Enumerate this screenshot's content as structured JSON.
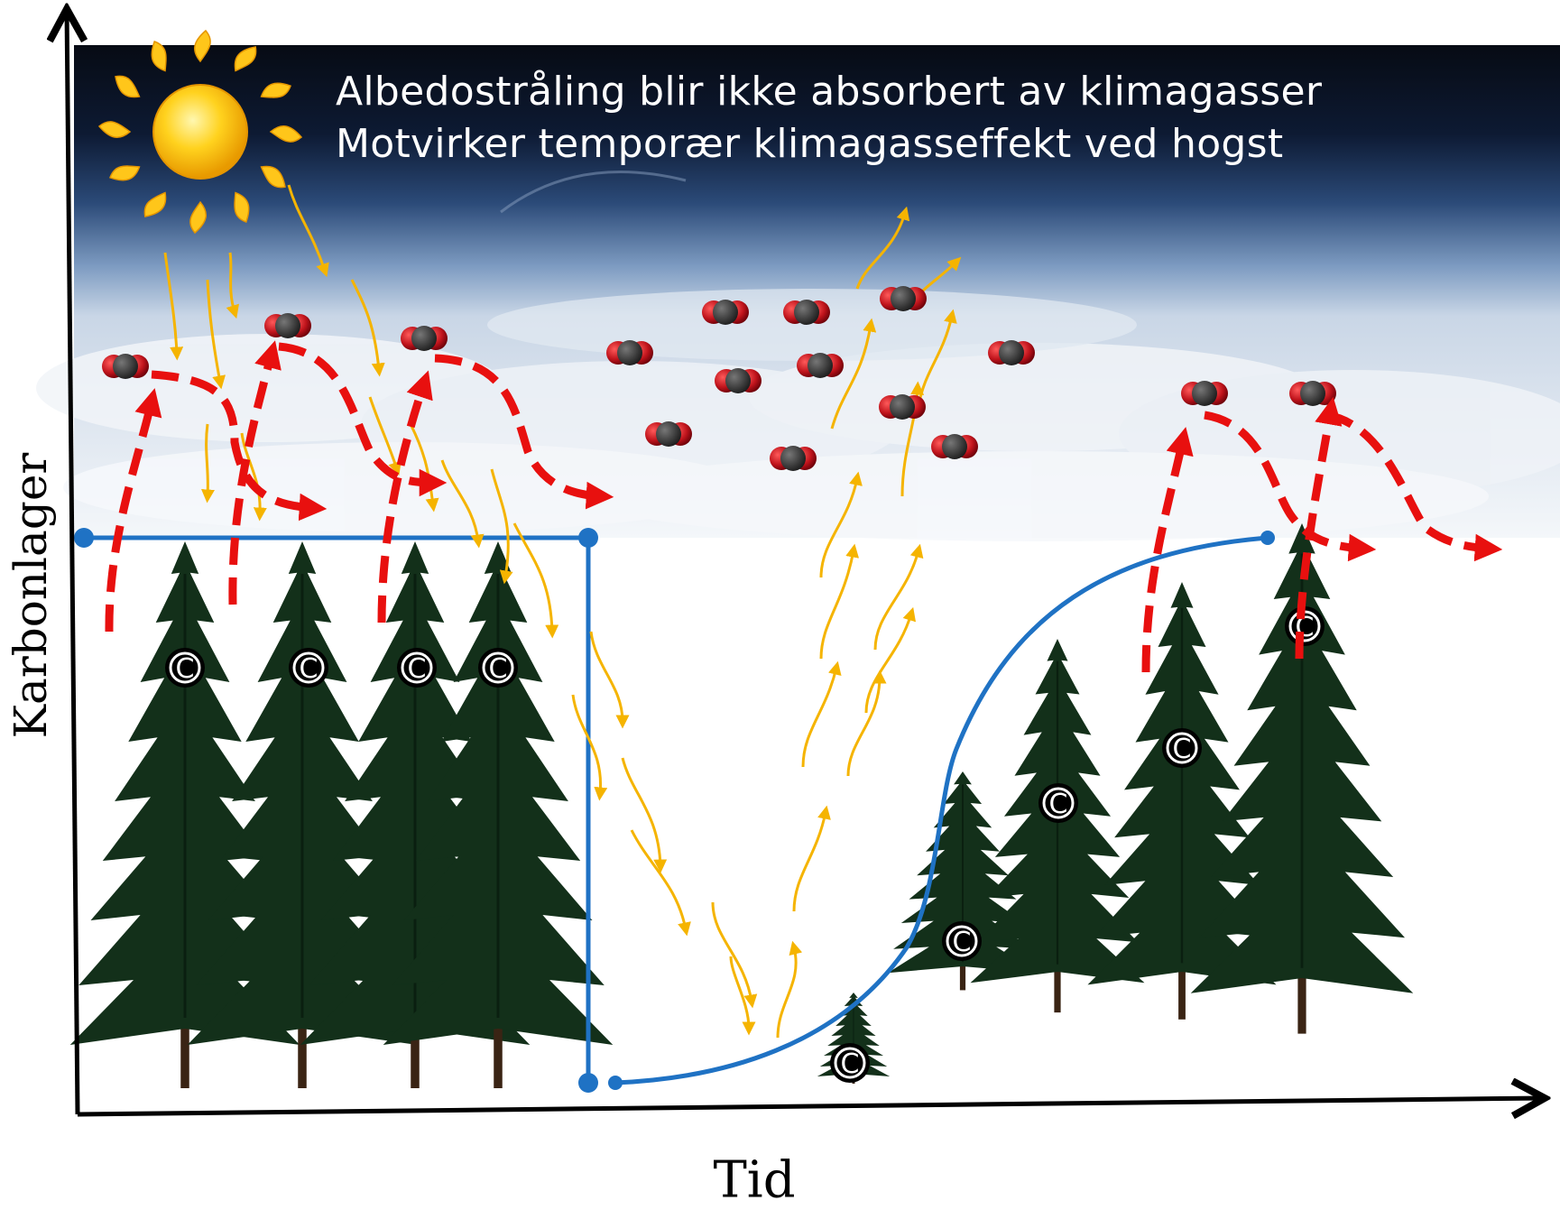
{
  "headline": {
    "line1": "Albedostråling blir ikke absorbert av klimagasser",
    "line2": "Motvirker temporær klimagasseffekt ved hogst"
  },
  "axes": {
    "y_label": "Karbonlager",
    "x_label": "Tid"
  },
  "carbon_marker_letter": "C",
  "colors": {
    "sky_top": "#0a1428",
    "cloud": "#e9eef4",
    "tree": "#13301a",
    "trunk": "#3a2414",
    "albedo_arrow": "#f5b400",
    "co2_arrow": "#e8100f",
    "carbon_curve": "#1f72c4",
    "co2_molecule": "#c0141c"
  }
}
